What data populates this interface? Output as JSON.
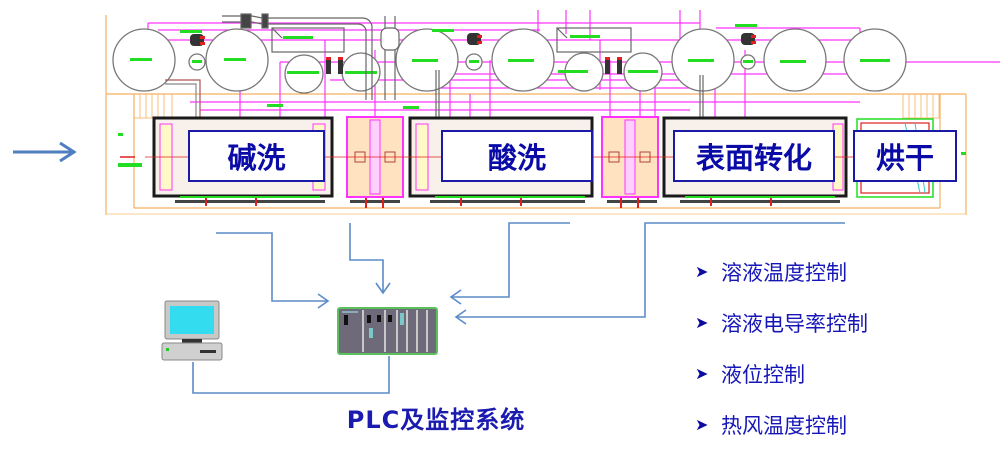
{
  "diagram": {
    "title": "PLC及监控系统",
    "process_stages": [
      {
        "id": "alkaline-wash",
        "label": "碱洗"
      },
      {
        "id": "acid-wash",
        "label": "酸洗"
      },
      {
        "id": "surface-conversion",
        "label": "表面转化"
      },
      {
        "id": "drying",
        "label": "烘干"
      }
    ],
    "control_functions": [
      "溶液温度控制",
      "溶液电导率控制",
      "液位控制",
      "热风温度控制"
    ],
    "flow_direction_icon": "right-arrow-icon",
    "devices": {
      "computer": "computer-icon",
      "plc": "plc-rack-icon"
    },
    "colors": {
      "stage_label_text": "#0a0aa6",
      "stage_label_border": "#1a1aa8",
      "connector": "#5b8bc9",
      "flow_arrow": "#4f7fbf",
      "cad_magenta": "#ff33ff",
      "cad_orange": "#f5b060",
      "cad_green": "#22dd22",
      "cad_red": "#e02020",
      "control_text": "#1717b8",
      "plc_border": "#5cc05c",
      "plc_body": "#6e6a7a",
      "monitor_screen": "#33dcef"
    }
  }
}
